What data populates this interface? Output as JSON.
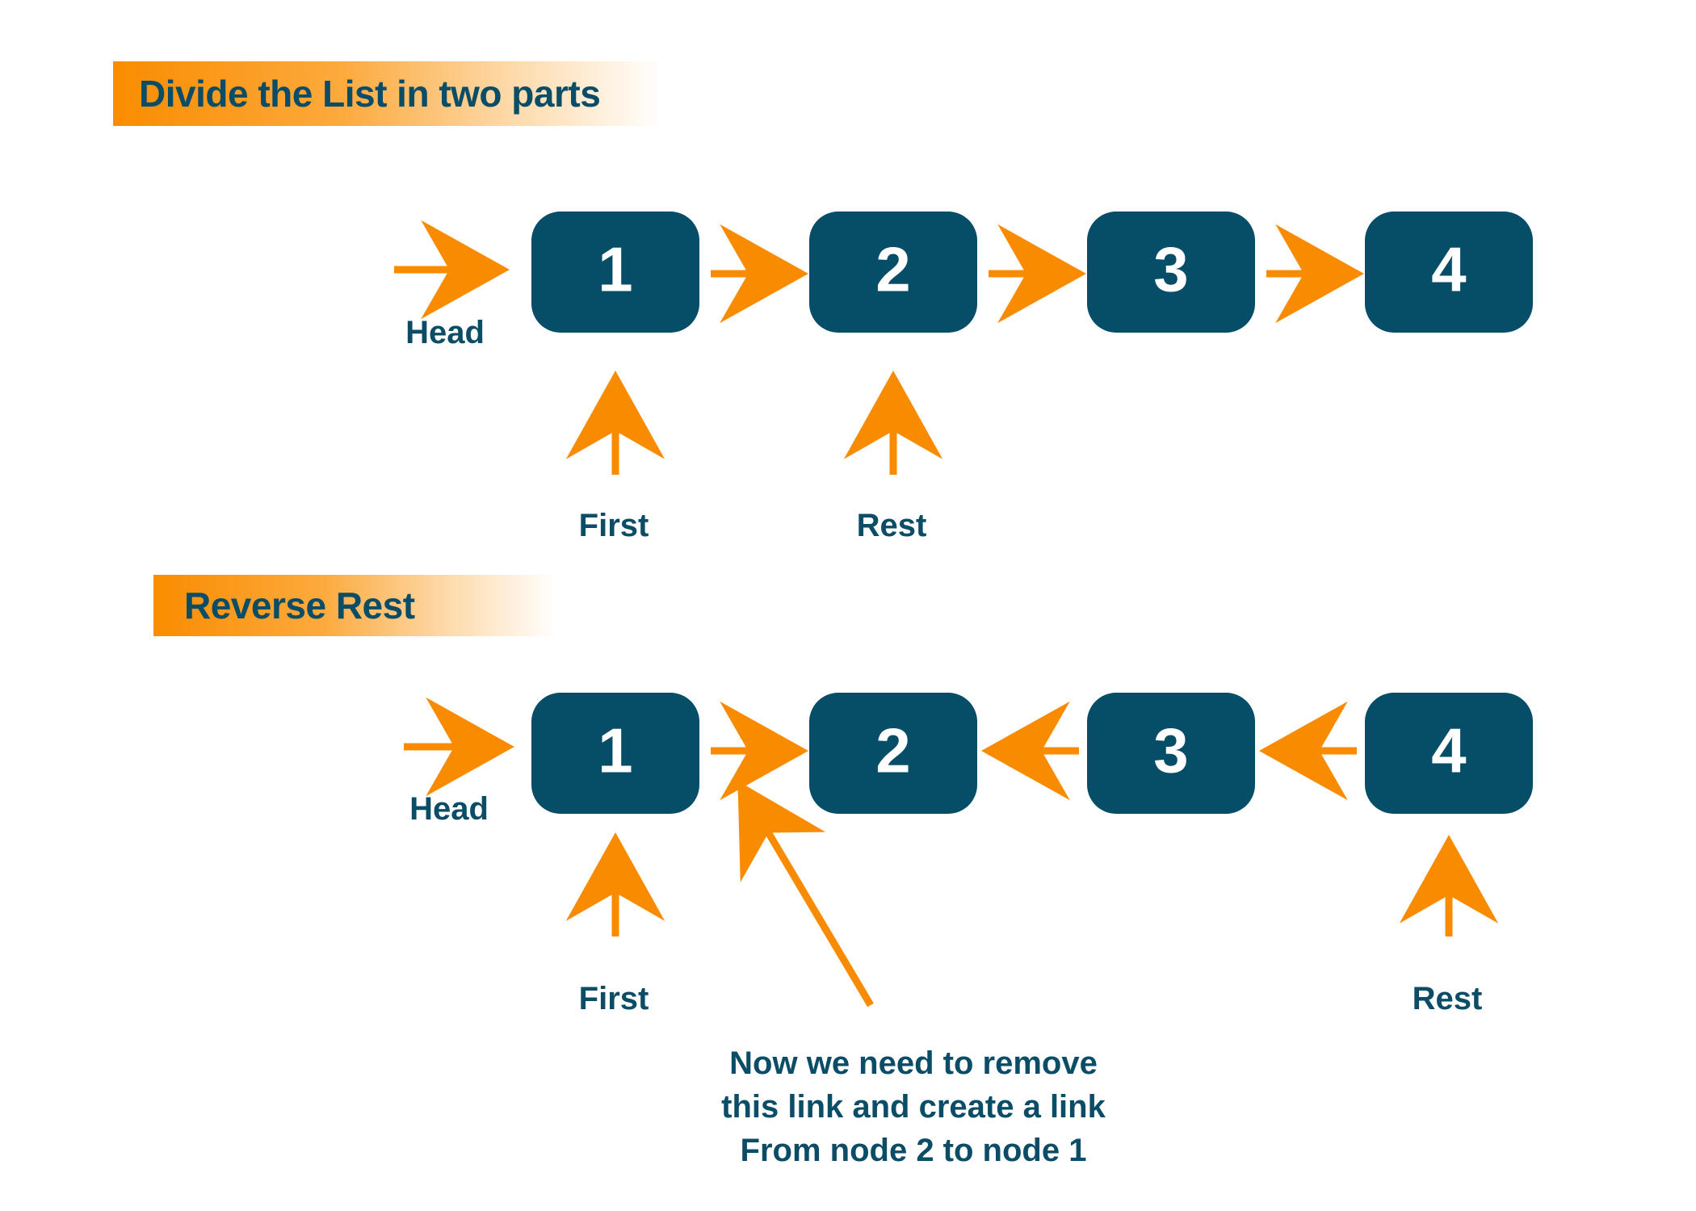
{
  "page": {
    "background": "#ffffff",
    "accent_orange": "#f98b00",
    "node_fill": "#064d68",
    "text_dark": "#0b4c66",
    "node_label_color": "#ffffff"
  },
  "sections": [
    {
      "id": "divide",
      "banner_title": "Divide the List in two parts",
      "nodes": [
        {
          "value": "1"
        },
        {
          "value": "2"
        },
        {
          "value": "3"
        },
        {
          "value": "4"
        }
      ],
      "entry_label": "Head",
      "pointer_labels": [
        {
          "text": "First",
          "target_node": "1"
        },
        {
          "text": "Rest",
          "target_node": "2"
        }
      ],
      "link_direction": "forward",
      "links": [
        {
          "from": "1",
          "to": "2",
          "direction": "right"
        },
        {
          "from": "2",
          "to": "3",
          "direction": "right"
        },
        {
          "from": "3",
          "to": "4",
          "direction": "right"
        }
      ]
    },
    {
      "id": "reverse",
      "banner_title": "Reverse Rest",
      "nodes": [
        {
          "value": "1"
        },
        {
          "value": "2"
        },
        {
          "value": "3"
        },
        {
          "value": "4"
        }
      ],
      "entry_label": "Head",
      "pointer_labels": [
        {
          "text": "First",
          "target_node": "1"
        },
        {
          "text": "Rest",
          "target_node": "4"
        }
      ],
      "link_direction": "mixed",
      "links": [
        {
          "from": "1",
          "to": "2",
          "direction": "right"
        },
        {
          "from": "3",
          "to": "2",
          "direction": "left"
        },
        {
          "from": "4",
          "to": "3",
          "direction": "left"
        }
      ],
      "annotation": {
        "line1": "Now we need to remove",
        "line2": "this link and create a link",
        "line3": "From node 2 to node 1"
      }
    }
  ],
  "icons": {
    "arrow_right": "arrow-right-icon",
    "arrow_left": "arrow-left-icon",
    "arrow_up": "arrow-up-icon",
    "arrow_diagonal": "arrow-diagonal-icon"
  }
}
